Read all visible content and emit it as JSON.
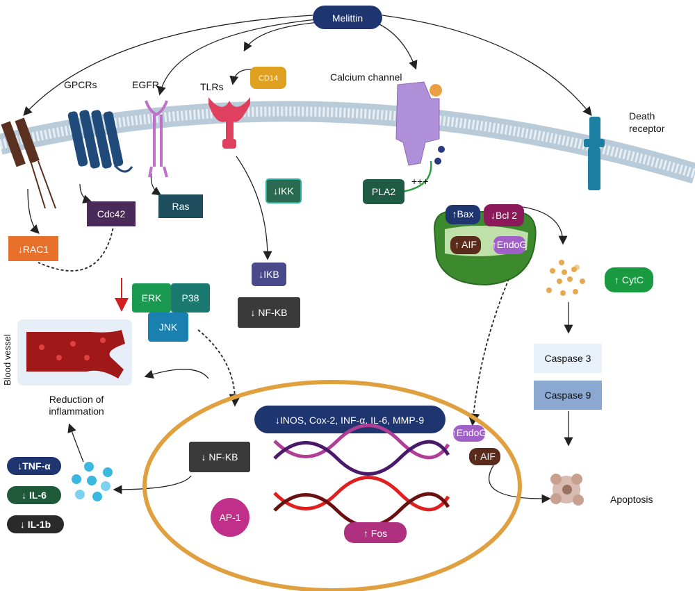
{
  "title": "Melittin",
  "receptors": {
    "gpcrs": "GPCRs",
    "egfr": "EGFR",
    "tlrs": "TLRs",
    "cd14": "CD14",
    "calcium": "Calcium channel",
    "death_line1": "Death",
    "death_line2": "receptor"
  },
  "signals": {
    "rac1": "↓RAC1",
    "cdc42": "Cdc42",
    "ras": "Ras",
    "ikk": "↓IKK",
    "pla2": "PLA2",
    "plus": "+++",
    "ikb": "↓IKB",
    "nfkb": "↓ NF-KB",
    "erk": "ERK",
    "p38": "P38",
    "jnk": "JNK"
  },
  "mitochondria": {
    "bax": "↑Bax",
    "bcl2": "↓Bcl 2",
    "aif": "↑ AIF",
    "endog": "↑EndoG",
    "cytc": "↑ CytC"
  },
  "caspases": [
    "Caspase 3",
    "Caspase 9"
  ],
  "apoptosis": "Apoptosis",
  "vessel": {
    "label": "Blood vessel",
    "reduction_line1": "Reduction of",
    "reduction_line2": "inflammation"
  },
  "cytokines": [
    "↓TNF-α",
    "↓ IL-6",
    "↓ IL-1b"
  ],
  "nucleus": {
    "genes": "↓INOS, Cox-2, INF-α, IL-6, MMP-9",
    "nfkb": "↓ NF-KB",
    "ap1": "AP-1",
    "fos": "↑ Fos",
    "endog": "↑EndoG",
    "aif": "↑ AIF"
  },
  "colors": {
    "navy": "#1f3570",
    "membrane": "#b9cbd8",
    "nucleus_border": "#e0a040",
    "mito": "#3d8a2e"
  }
}
